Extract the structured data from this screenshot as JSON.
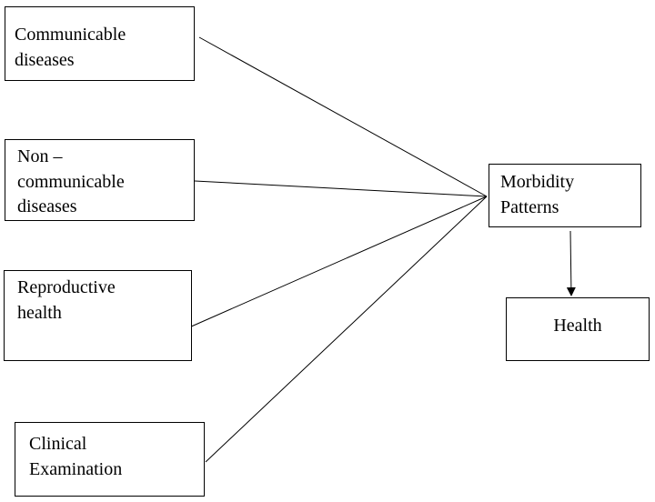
{
  "diagram": {
    "nodes": {
      "communicable": {
        "lines": [
          "Communicable",
          "diseases"
        ]
      },
      "non_communicable": {
        "lines": [
          "Non –",
          "communicable",
          "diseases"
        ]
      },
      "reproductive": {
        "lines": [
          "Reproductive",
          "health"
        ]
      },
      "clinical": {
        "lines": [
          "Clinical",
          "Examination"
        ]
      },
      "morbidity": {
        "lines": [
          "Morbidity",
          "Patterns"
        ]
      },
      "health": {
        "lines": [
          "Health"
        ]
      }
    },
    "edges": [
      {
        "from": "communicable",
        "to": "morbidity",
        "arrow": false
      },
      {
        "from": "non_communicable",
        "to": "morbidity",
        "arrow": false
      },
      {
        "from": "reproductive",
        "to": "morbidity",
        "arrow": false
      },
      {
        "from": "clinical",
        "to": "morbidity",
        "arrow": false
      },
      {
        "from": "morbidity",
        "to": "health",
        "arrow": true
      }
    ],
    "colors": {
      "line": "#000000",
      "box_border": "#000000",
      "background": "#ffffff"
    }
  }
}
